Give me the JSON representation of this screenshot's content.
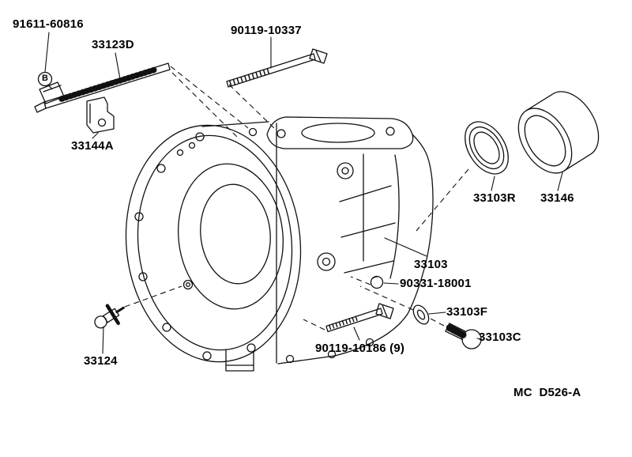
{
  "diagram_code": "MC  D526-A",
  "marker": {
    "text": "B"
  },
  "labels": [
    {
      "id": "91611-60816",
      "text": "91611-60816"
    },
    {
      "id": "33123D",
      "text": "33123D"
    },
    {
      "id": "90119-10337",
      "text": "90119-10337"
    },
    {
      "id": "33144A",
      "text": "33144A"
    },
    {
      "id": "33103R",
      "text": "33103R"
    },
    {
      "id": "33146",
      "text": "33146"
    },
    {
      "id": "33103",
      "text": "33103"
    },
    {
      "id": "90331-18001",
      "text": "90331-18001"
    },
    {
      "id": "33103F",
      "text": "33103F"
    },
    {
      "id": "33103C",
      "text": "33103C"
    },
    {
      "id": "90119-10186",
      "text": "90119-10186 (9)"
    },
    {
      "id": "33124",
      "text": "33124"
    }
  ],
  "line_color": "#111111",
  "background_color": "#ffffff"
}
